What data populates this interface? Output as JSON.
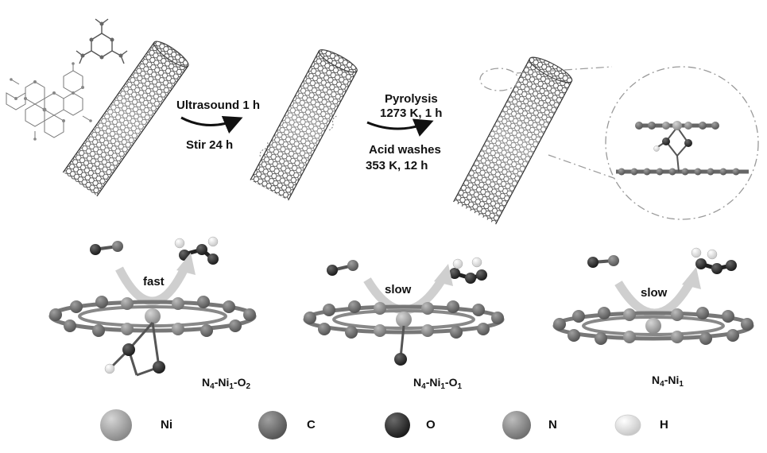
{
  "process": {
    "step1": {
      "line1": "Ultrasound 1 h",
      "line2": "Stir 24 h"
    },
    "step2": {
      "line1": "Pyrolysis",
      "line2": "1273 K, 1 h",
      "line3": "Acid washes",
      "line4": "353 K, 12 h"
    }
  },
  "mechanism": [
    {
      "rate": "fast",
      "label_parts": [
        "N",
        "4",
        "-Ni",
        "1",
        "-O",
        "2"
      ]
    },
    {
      "rate": "slow",
      "label_parts": [
        "N",
        "4",
        "-Ni",
        "1",
        "-O",
        "1"
      ]
    },
    {
      "rate": "slow",
      "label_parts": [
        "N",
        "4",
        "-Ni",
        "1"
      ]
    }
  ],
  "legend": [
    {
      "symbol": "Ni",
      "color": "#9a9a9a"
    },
    {
      "symbol": "C",
      "color": "#6e6e6e"
    },
    {
      "symbol": "O",
      "color": "#2e2e2e"
    },
    {
      "symbol": "N",
      "color": "#8c8c8c"
    },
    {
      "symbol": "H",
      "color": "#e8e8e8"
    }
  ],
  "colors": {
    "bond": "#555555",
    "arrow": "#111111",
    "curved_arrow": "#cfcfcf",
    "zoom_circle": "#999999"
  }
}
